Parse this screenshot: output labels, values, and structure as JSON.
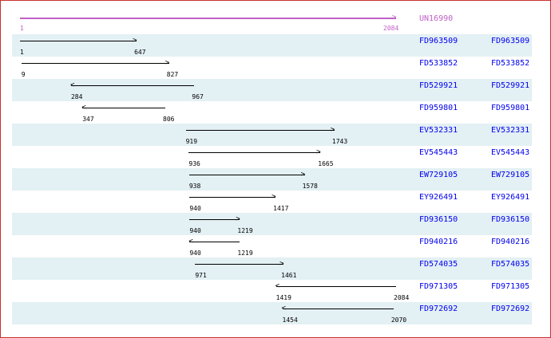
{
  "query": {
    "name": "UN16990",
    "start": 1,
    "end": 2084,
    "direction": "forward",
    "color": "#c060c8"
  },
  "hits": [
    {
      "id": "FD963509",
      "link": "FD963509",
      "start": 1,
      "end": 647,
      "direction": "forward"
    },
    {
      "id": "FD533852",
      "link": "FD533852",
      "start": 9,
      "end": 827,
      "direction": "forward"
    },
    {
      "id": "FD529921",
      "link": "FD529921",
      "start": 284,
      "end": 967,
      "direction": "reverse"
    },
    {
      "id": "FD959801",
      "link": "FD959801",
      "start": 347,
      "end": 806,
      "direction": "reverse"
    },
    {
      "id": "EV532331",
      "link": "EV532331",
      "start": 919,
      "end": 1743,
      "direction": "forward"
    },
    {
      "id": "EV545443",
      "link": "EV545443",
      "start": 936,
      "end": 1665,
      "direction": "forward"
    },
    {
      "id": "EW729105",
      "link": "EW729105",
      "start": 938,
      "end": 1578,
      "direction": "forward"
    },
    {
      "id": "EY926491",
      "link": "EY926491",
      "start": 940,
      "end": 1417,
      "direction": "forward"
    },
    {
      "id": "FD936150",
      "link": "FD936150",
      "start": 940,
      "end": 1219,
      "direction": "forward"
    },
    {
      "id": "FD940216",
      "link": "FD940216",
      "start": 940,
      "end": 1219,
      "direction": "reverse"
    },
    {
      "id": "FD574035",
      "link": "FD574035",
      "start": 971,
      "end": 1461,
      "direction": "forward"
    },
    {
      "id": "FD971305",
      "link": "FD971305",
      "start": 1419,
      "end": 2084,
      "direction": "reverse"
    },
    {
      "id": "FD972692",
      "link": "FD972692",
      "start": 1454,
      "end": 2070,
      "direction": "reverse"
    }
  ],
  "colors": {
    "link": "#0000ee",
    "shade": "#e3f0f4",
    "border": "#c83030"
  }
}
